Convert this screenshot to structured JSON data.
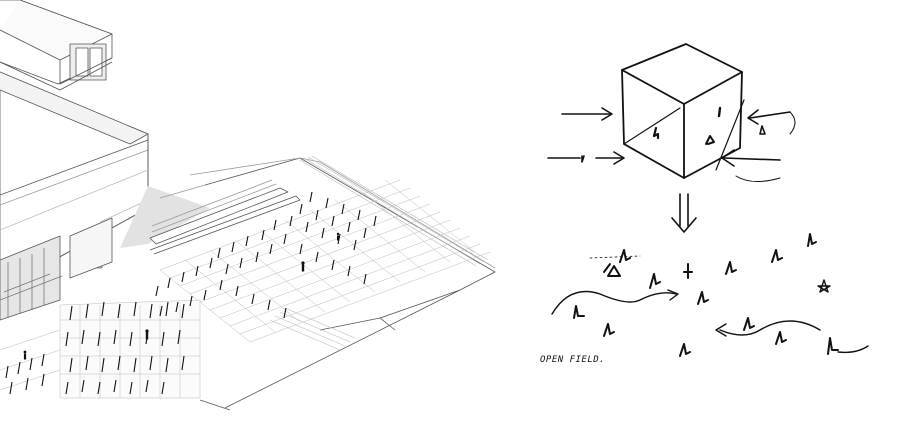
{
  "figure": {
    "left_panel": "axonometric-drawing",
    "right_panel": "concept-sketch"
  },
  "sketch": {
    "caption": "OPEN FIELD."
  },
  "colors": {
    "ink": "#111111",
    "line": "#555555",
    "light_line": "#9a9a9a",
    "shadow": "#dcdcdc",
    "glass": "#cfcfcf"
  }
}
